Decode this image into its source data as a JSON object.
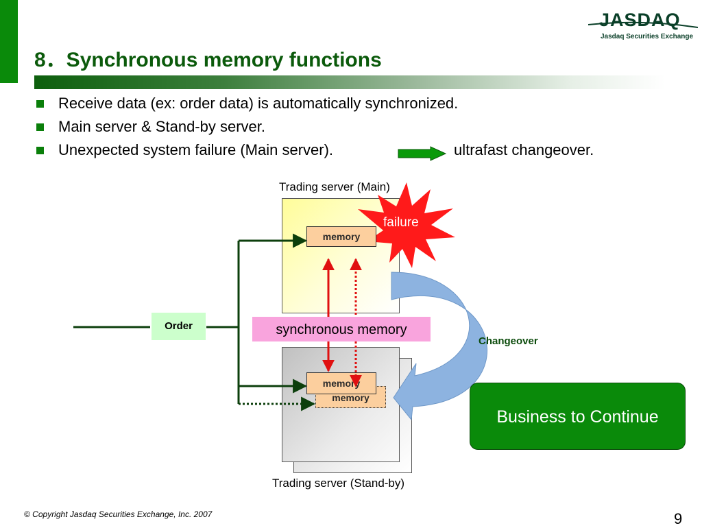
{
  "slide": {
    "title": "8．Synchronous memory functions",
    "logo_word": "JASDAQ",
    "logo_sub": "Jasdaq Securities Exchange",
    "bullets": [
      "Receive data (ex: order data) is automatically synchronized.",
      "Main server & Stand-by server.",
      "Unexpected system failure (Main server)."
    ],
    "bullet3_result": "ultrafast changeover.",
    "footer": "© Copyright Jasdaq Securities Exchange, Inc. 2007",
    "page_number": "9"
  },
  "diagram": {
    "main_server_label": "Trading server (Main)",
    "standby_server_label": "Trading server (Stand-by)",
    "memory_label": "memory",
    "failure_label": "failure",
    "sync_label": "synchronous memory",
    "order_label": "Order",
    "changeover_label": "Changeover",
    "business_label": "Business to Continue"
  },
  "colors": {
    "accent_green": "#0a8a0a",
    "title_green": "#0b5a0b",
    "failure_red": "#ff1a1a",
    "sync_pink": "#f9a4dd",
    "memory_orange": "#fccf9e",
    "order_green": "#ccffcc",
    "changeover_blue": "#7fa7d6"
  }
}
